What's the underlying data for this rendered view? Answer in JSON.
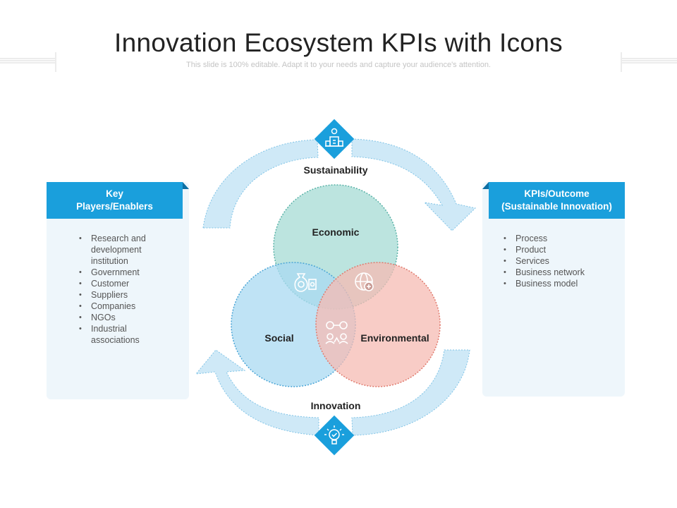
{
  "title": "Innovation Ecosystem KPIs with Icons",
  "subtitle": "This slide is 100% editable. Adapt it to your needs and capture your audience's attention.",
  "colors": {
    "accent_blue": "#1a9fdc",
    "panel_bg": "#eef6fb",
    "arrow_fill": "#cfe9f7",
    "circle_economic": "#b5e1db",
    "circle_social": "#a9d9f2",
    "circle_environmental": "#f5bbb3"
  },
  "left_panel": {
    "heading_line1": "Key",
    "heading_line2": "Players/Enablers",
    "items": [
      "Research and development institution",
      "Government",
      "Customer",
      "Suppliers",
      "Companies",
      "NGOs",
      "Industrial associations"
    ]
  },
  "right_panel": {
    "heading_line1": "KPIs/Outcome",
    "heading_line2": "(Sustainable Innovation)",
    "items": [
      "Process",
      "Product",
      "Services",
      "Business network",
      "Business model"
    ]
  },
  "cycle": {
    "top_label": "Sustainability",
    "bottom_label": "Innovation",
    "top_icon": "city-building-icon",
    "bottom_icon": "lightbulb-check-icon"
  },
  "venn": {
    "economic": "Economic",
    "social": "Social",
    "environmental": "Environmental",
    "icons": [
      "money-bag-icon",
      "globe-leaf-icon",
      "people-network-icon"
    ]
  }
}
